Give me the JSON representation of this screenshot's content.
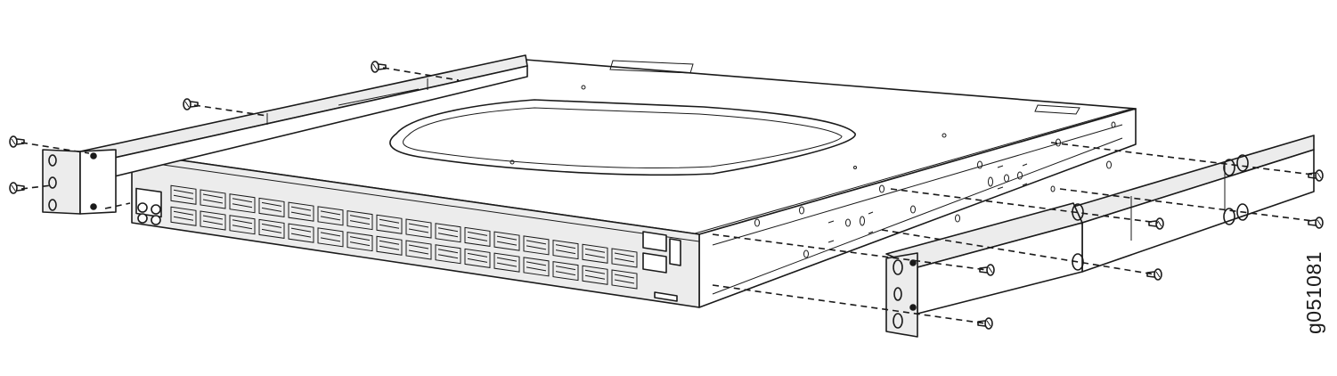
{
  "figure": {
    "id_label": "g051081"
  },
  "colors": {
    "line": "#1a1a1a",
    "background": "#ffffff",
    "bracket_fill": "#ececec",
    "panel_fill": "#dcdcdc"
  },
  "parts": {
    "switch": "network-switch",
    "front_bracket": "front-mounting-bracket",
    "rear_bracket": "rear-mounting-bracket",
    "screw": "screw-icon"
  }
}
